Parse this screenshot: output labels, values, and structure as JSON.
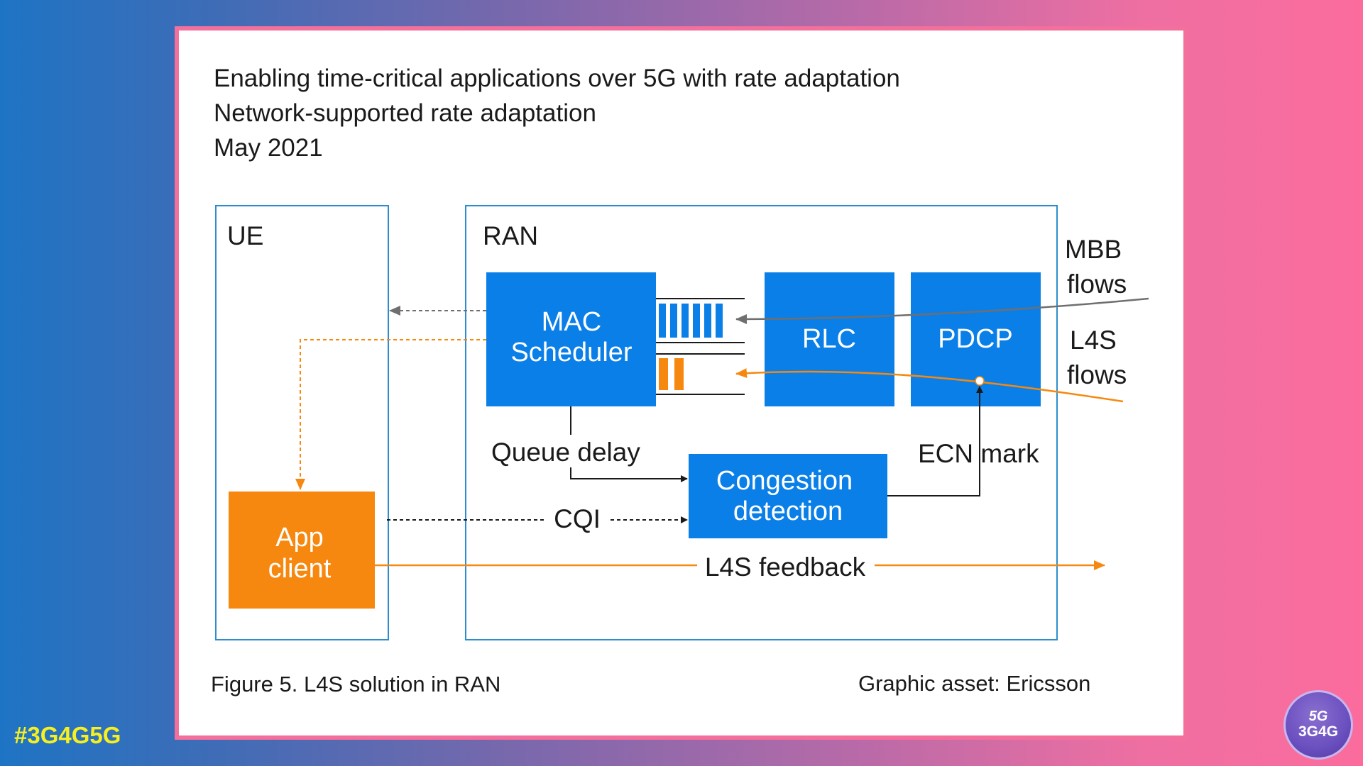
{
  "header": {
    "line1": "Enabling time-critical applications over 5G with rate adaptation",
    "line2": "Network-supported rate adaptation",
    "line3": "May 2021"
  },
  "diagram": {
    "ue_label": "UE",
    "ran_label": "RAN",
    "mac_line1": "MAC",
    "mac_line2": "Scheduler",
    "rlc": "RLC",
    "pdcp": "PDCP",
    "mbb_line1": "MBB",
    "mbb_line2": "flows",
    "l4s_line1": "L4S",
    "l4s_line2": "flows",
    "queue_delay": "Queue delay",
    "ecn_mark": "ECN mark",
    "congestion_line1": "Congestion",
    "congestion_line2": "detection",
    "cqi": "CQI",
    "app_line1": "App",
    "app_line2": "client",
    "l4s_feedback": "L4S feedback"
  },
  "captions": {
    "figure": "Figure 5. L4S solution in RAN",
    "credit": "Graphic asset: Ericsson"
  },
  "hashtag": "#3G4G5G",
  "logo": {
    "top": "5G",
    "bottom": "3G4G"
  },
  "colors": {
    "blue_box": "#0b7fe8",
    "orange": "#f7880f",
    "frame": "#f36f9c",
    "hashtag": "#f7f01e"
  }
}
